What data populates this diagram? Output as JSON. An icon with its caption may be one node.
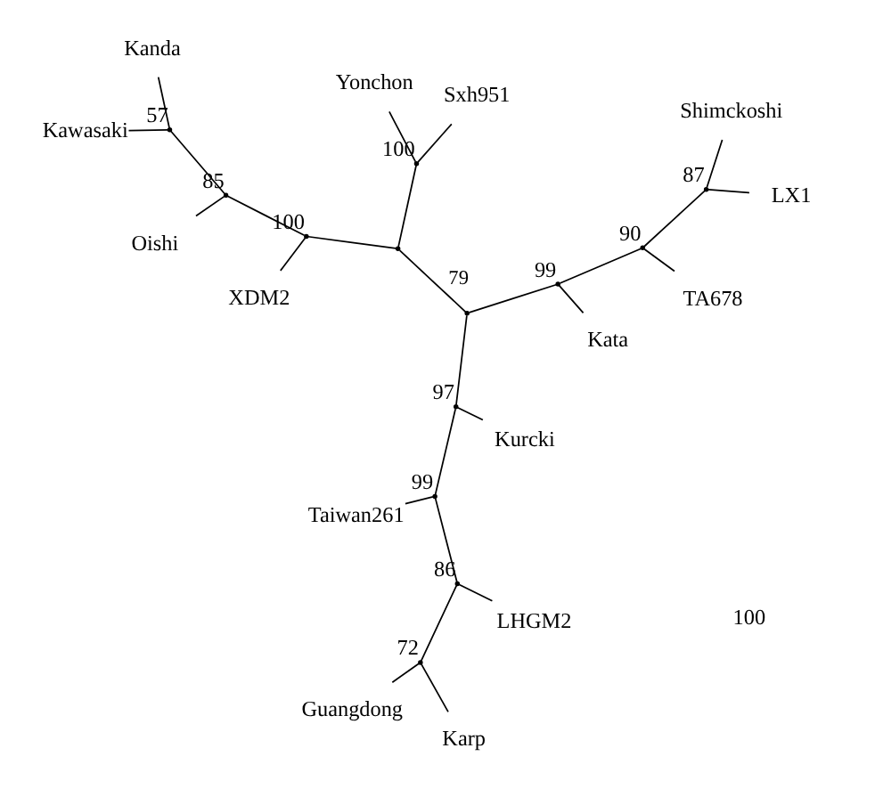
{
  "diagram": {
    "nodes": [
      {
        "text": [
          "Kawasaki"
        ]
      },
      {
        "text": [
          "Sxh951"
        ]
      },
      {
        "text": [
          "XDM2"
        ]
      },
      {
        "text": [
          "Kanda"
        ]
      },
      {
        "text": [
          "Yonchon"
        ]
      },
      {
        "text": [
          "Oishi"
        ]
      },
      {
        "text": [
          "Guangdong"
        ]
      },
      {
        "text": [
          "Kata"
        ]
      },
      {
        "text": [
          "Karp"
        ]
      },
      {
        "text": [
          "TA678"
        ]
      },
      {
        "text": [
          "LHGM2"
        ]
      },
      {
        "text": [
          "Taiwan261"
        ]
      },
      {
        "text": [
          "Kurcki"
        ]
      },
      {
        "text": [
          "LX1"
        ]
      },
      {
        "text": [
          "Shimckoshi"
        ]
      },
      {
        "text": [],
        "shape": "point"
      },
      {
        "text": [],
        "shape": "point"
      },
      {
        "text": [],
        "shape": "point",
        "beside": [
          "100"
        ]
      },
      {
        "text": [],
        "shape": "point",
        "beside": [
          "100"
        ]
      },
      {
        "text": [],
        "shape": "point",
        "beside": [
          "85"
        ]
      },
      {
        "text": [],
        "shape": "point",
        "beside": [
          "57"
        ]
      },
      {
        "text": [],
        "shape": "point",
        "beside": [
          "99"
        ]
      },
      {
        "text": [],
        "shape": "point",
        "beside": [
          "90"
        ]
      },
      {
        "text": [],
        "shape": "point",
        "beside": [
          "87"
        ]
      },
      {
        "text": [],
        "shape": "point",
        "beside": [
          "97"
        ]
      },
      {
        "text": [],
        "shape": "point",
        "beside": [
          "99"
        ]
      },
      {
        "text": [],
        "shape": "point",
        "beside": [
          "86"
        ]
      },
      {
        "text": [],
        "shape": "point",
        "beside": [
          "72"
        ]
      }
    ],
    "edges": [
      {
        "from": 15,
        "to": 16,
        "arrow": "none",
        "label": "79"
      },
      {
        "from": 15,
        "to": 17,
        "arrow": "none"
      },
      {
        "from": 15,
        "to": 18,
        "arrow": "none"
      },
      {
        "from": 17,
        "to": 4,
        "arrow": "none"
      },
      {
        "from": 17,
        "to": 1,
        "arrow": "none"
      },
      {
        "from": 18,
        "to": 2,
        "arrow": "none"
      },
      {
        "from": 18,
        "to": 19,
        "arrow": "none"
      },
      {
        "from": 19,
        "to": 20,
        "arrow": "none"
      },
      {
        "from": 19,
        "to": 5,
        "arrow": "none"
      },
      {
        "from": 20,
        "to": 0,
        "arrow": "none"
      },
      {
        "from": 20,
        "to": 3,
        "arrow": "none"
      },
      {
        "from": 16,
        "to": 21,
        "arrow": "none"
      },
      {
        "from": 16,
        "to": 24,
        "arrow": "none"
      },
      {
        "from": 21,
        "to": 7,
        "arrow": "none"
      },
      {
        "from": 21,
        "to": 22,
        "arrow": "none"
      },
      {
        "from": 22,
        "to": 9,
        "arrow": "none"
      },
      {
        "from": 22,
        "to": 23,
        "arrow": "none"
      },
      {
        "from": 23,
        "to": 13,
        "arrow": "none"
      },
      {
        "from": 23,
        "to": 14,
        "arrow": "none"
      },
      {
        "from": 24,
        "to": 12,
        "arrow": "none"
      },
      {
        "from": 24,
        "to": 25,
        "arrow": "none"
      },
      {
        "from": 25,
        "to": 11,
        "arrow": "none"
      },
      {
        "from": 25,
        "to": 26,
        "arrow": "none"
      },
      {
        "from": 26,
        "to": 10,
        "arrow": "none"
      },
      {
        "from": 26,
        "to": 27,
        "arrow": "none"
      },
      {
        "from": 27,
        "to": 6,
        "arrow": "none"
      },
      {
        "from": 27,
        "to": 8,
        "arrow": "none"
      }
    ],
    "labels": [
      "100"
    ]
  }
}
